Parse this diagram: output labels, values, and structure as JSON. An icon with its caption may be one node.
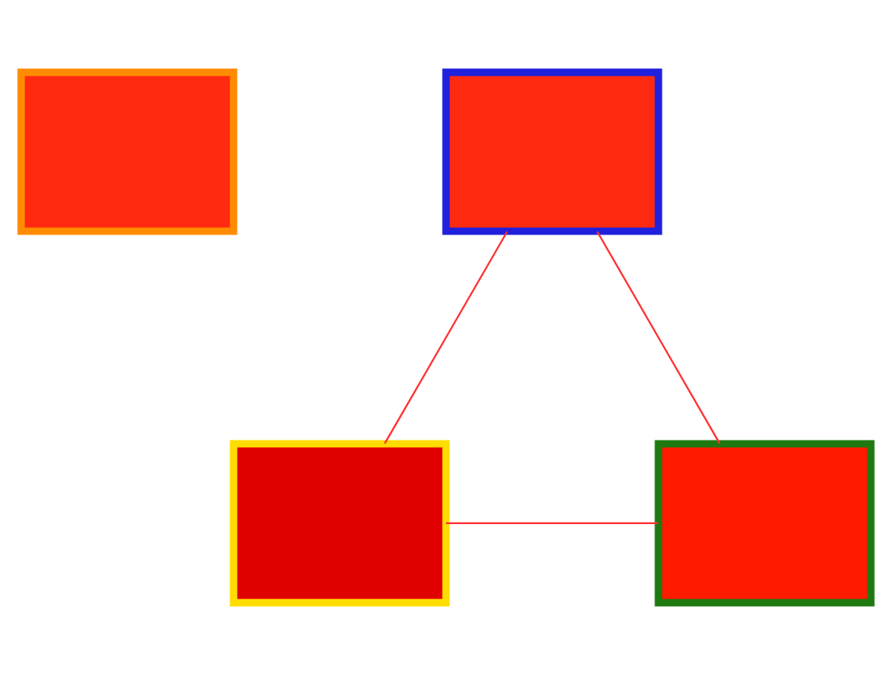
{
  "diagram": {
    "nodes": [
      {
        "text": [],
        "shape": "box"
      },
      {
        "text": [],
        "shape": "box"
      },
      {
        "text": [],
        "shape": "box"
      },
      {
        "text": [],
        "shape": "box"
      }
    ],
    "edges": [
      {
        "from": 1,
        "to": 2,
        "arrow": "none"
      },
      {
        "from": 1,
        "to": 3,
        "arrow": "none"
      },
      {
        "from": 2,
        "to": 3,
        "arrow": "none"
      }
    ]
  }
}
